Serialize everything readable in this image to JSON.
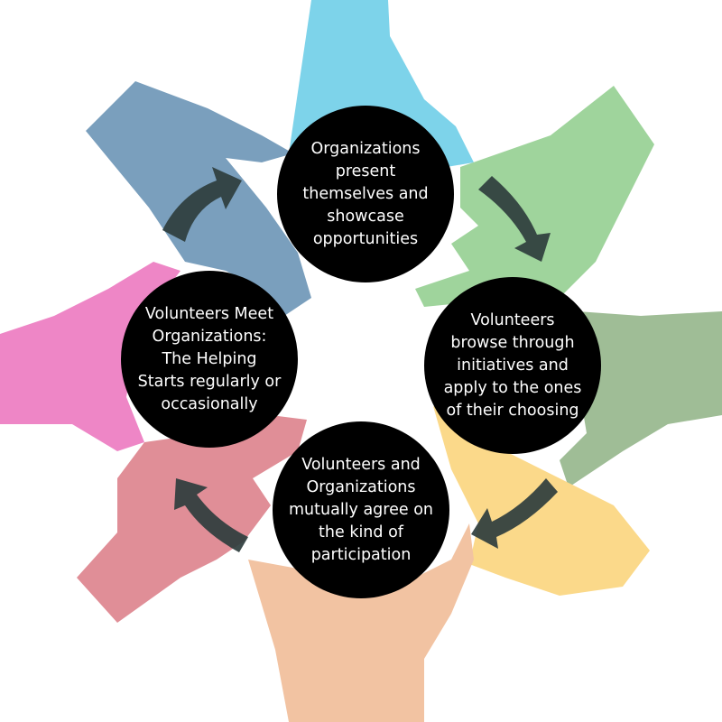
{
  "steps": [
    {
      "text": "Organizations present themselves and showcase opportunities"
    },
    {
      "text": "Volunteers browse through initiatives and apply to the ones of their choosing"
    },
    {
      "text": "Volunteers and Organizations mutually agree on the kind of participation"
    },
    {
      "text": "Volunteers Meet Organizations: The Helping Starts regularly or occasionally"
    }
  ],
  "colors": {
    "hand_cyan": "#7dd3ea",
    "hand_blue": "#7a9fbd",
    "hand_green": "#9fd49c",
    "hand_olive": "#9fbd96",
    "hand_yellow": "#fbd98a",
    "hand_peach": "#f2c3a2",
    "hand_rose": "#e08e97",
    "hand_pink": "#ee86c6",
    "arrow": "#2e3d3d",
    "circle": "#000000"
  }
}
